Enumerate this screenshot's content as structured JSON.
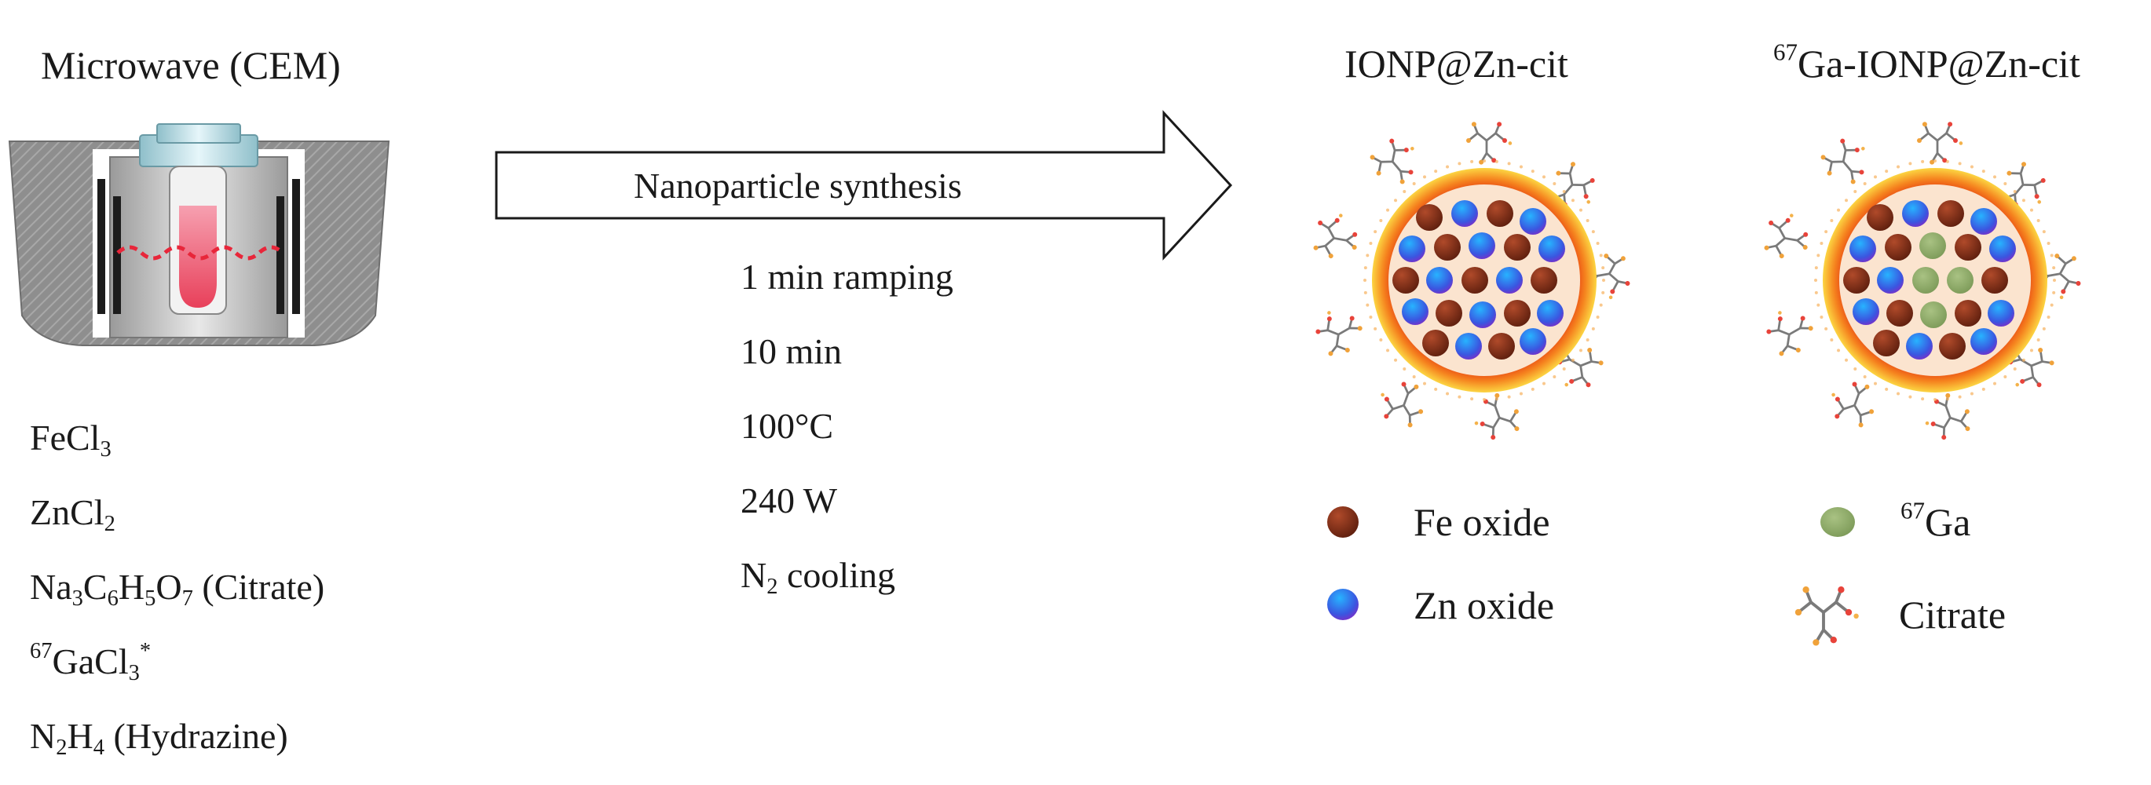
{
  "microwave": {
    "title": "Microwave (CEM)",
    "reagents": [
      {
        "base": "FeCl",
        "sub": "3"
      },
      {
        "base": "ZnCl",
        "sub": "2"
      },
      {
        "parts": [
          "Na",
          "3",
          "C",
          "6",
          "H",
          "5",
          "O",
          "7"
        ],
        "suffix": " (Citrate)"
      },
      {
        "sup": "67",
        "base": "GaCl",
        "sub": "3",
        "mark": "*"
      },
      {
        "parts": [
          "N",
          "2",
          "H",
          "4"
        ],
        "suffix": " (Hydrazine)"
      }
    ]
  },
  "process": {
    "arrow_label": "Nanoparticle synthesis",
    "conditions": [
      "1 min ramping",
      "10 min",
      "100°C",
      "240 W"
    ],
    "cooling": {
      "base": "N",
      "sub": "2",
      "rest": " cooling"
    }
  },
  "particles": {
    "left_title": "IONP@Zn-cit",
    "right_title_sup": "67",
    "right_title_rest": "Ga-IONP@Zn-cit"
  },
  "legend": {
    "fe": "Fe oxide",
    "zn": "Zn oxide",
    "ga_sup": "67",
    "ga": "Ga",
    "citrate": "Citrate"
  },
  "colors": {
    "fe_oxide": "#7b2d17",
    "zn_oxide": "#3a56e0",
    "ga": "#8aa866",
    "shell_inner": "#f26a10",
    "shell_outer": "#fbd33a",
    "citrate": "#7a7a7a"
  },
  "icons": [
    "microwave-reactor-icon",
    "arrow-right-icon",
    "citrate-molecule-icon"
  ]
}
